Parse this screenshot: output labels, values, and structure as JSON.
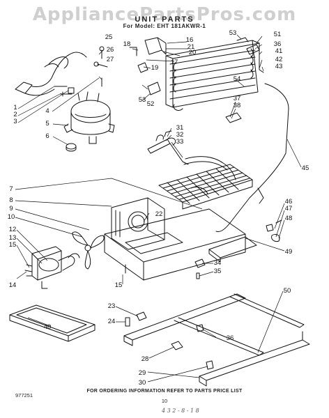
{
  "header": {
    "watermark": "AppliancePartsPros.com",
    "title": "UNIT PARTS",
    "model_line": "For Model: EHT 181AKWR-1"
  },
  "footer": {
    "diagram_code": "977251",
    "ordering_note": "FOR ORDERING INFORMATION REFER TO PARTS PRICE LIST",
    "page_number": "10",
    "handwritten_note": "4 3 2 - 8 - 1 8"
  },
  "callouts": [
    {
      "id": "1",
      "label": "1"
    },
    {
      "id": "2",
      "label": "2"
    },
    {
      "id": "3",
      "label": "3"
    },
    {
      "id": "4",
      "label": "4"
    },
    {
      "id": "5",
      "label": "5"
    },
    {
      "id": "6",
      "label": "6"
    },
    {
      "id": "7",
      "label": "7"
    },
    {
      "id": "8",
      "label": "8"
    },
    {
      "id": "9",
      "label": "9"
    },
    {
      "id": "10",
      "label": "10"
    },
    {
      "id": "12",
      "label": "12"
    },
    {
      "id": "13",
      "label": "13"
    },
    {
      "id": "15a",
      "label": "15"
    },
    {
      "id": "14",
      "label": "14"
    },
    {
      "id": "15b",
      "label": "15"
    },
    {
      "id": "16",
      "label": "16"
    },
    {
      "id": "17",
      "label": "17"
    },
    {
      "id": "18",
      "label": "18"
    },
    {
      "id": "19",
      "label": "19"
    },
    {
      "id": "20",
      "label": "20"
    },
    {
      "id": "21",
      "label": "21"
    },
    {
      "id": "22",
      "label": "22"
    },
    {
      "id": "23",
      "label": "23"
    },
    {
      "id": "24",
      "label": "24"
    },
    {
      "id": "25",
      "label": "25"
    },
    {
      "id": "26",
      "label": "26"
    },
    {
      "id": "27",
      "label": "27"
    },
    {
      "id": "28",
      "label": "28"
    },
    {
      "id": "29",
      "label": "29"
    },
    {
      "id": "30",
      "label": "30"
    },
    {
      "id": "31",
      "label": "31"
    },
    {
      "id": "32",
      "label": "32"
    },
    {
      "id": "33",
      "label": "33"
    },
    {
      "id": "34",
      "label": "34"
    },
    {
      "id": "35",
      "label": "35"
    },
    {
      "id": "36a",
      "label": "36"
    },
    {
      "id": "36b",
      "label": "36"
    },
    {
      "id": "37",
      "label": "37"
    },
    {
      "id": "38",
      "label": "38"
    },
    {
      "id": "40",
      "label": "40"
    },
    {
      "id": "41",
      "label": "41"
    },
    {
      "id": "42",
      "label": "42"
    },
    {
      "id": "43",
      "label": "43"
    },
    {
      "id": "45",
      "label": "45"
    },
    {
      "id": "46",
      "label": "46"
    },
    {
      "id": "47",
      "label": "47"
    },
    {
      "id": "48",
      "label": "48"
    },
    {
      "id": "49",
      "label": "49"
    },
    {
      "id": "50",
      "label": "50"
    },
    {
      "id": "51",
      "label": "51"
    },
    {
      "id": "52",
      "label": "52"
    },
    {
      "id": "53a",
      "label": "53"
    },
    {
      "id": "53b",
      "label": "53"
    },
    {
      "id": "54",
      "label": "54"
    }
  ]
}
